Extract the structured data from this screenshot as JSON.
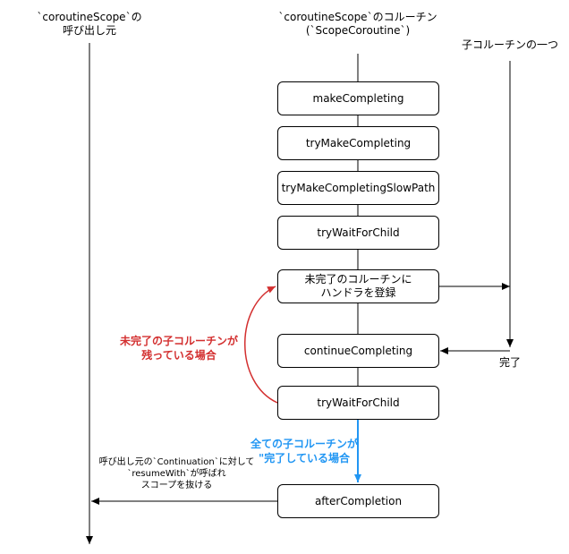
{
  "lanes": {
    "caller": "`coroutineScope`の\n呼び出し元",
    "scope": "`coroutineScope`のコルーチン\n(`ScopeCoroutine`)",
    "child": "子コルーチンの一つ"
  },
  "steps": [
    "makeCompleting",
    "tryMakeCompleting",
    "tryMakeCompletingSlowPath",
    "tryWaitForChild",
    "未完了のコルーチンに\nハンドラを登録",
    "continueCompleting",
    "tryWaitForChild",
    "afterCompletion"
  ],
  "labels": {
    "done": "完了",
    "incomplete": "未完了の子コルーチンが\n残っている場合",
    "complete": "全ての子コルーチンが\n\"完了している場合",
    "resume": "呼び出し元の`Continuation`に対して\n`resumeWith`が呼ばれ\nスコープを抜ける"
  },
  "colors": {
    "incomplete": "#D32F2F",
    "complete": "#2196F3"
  }
}
